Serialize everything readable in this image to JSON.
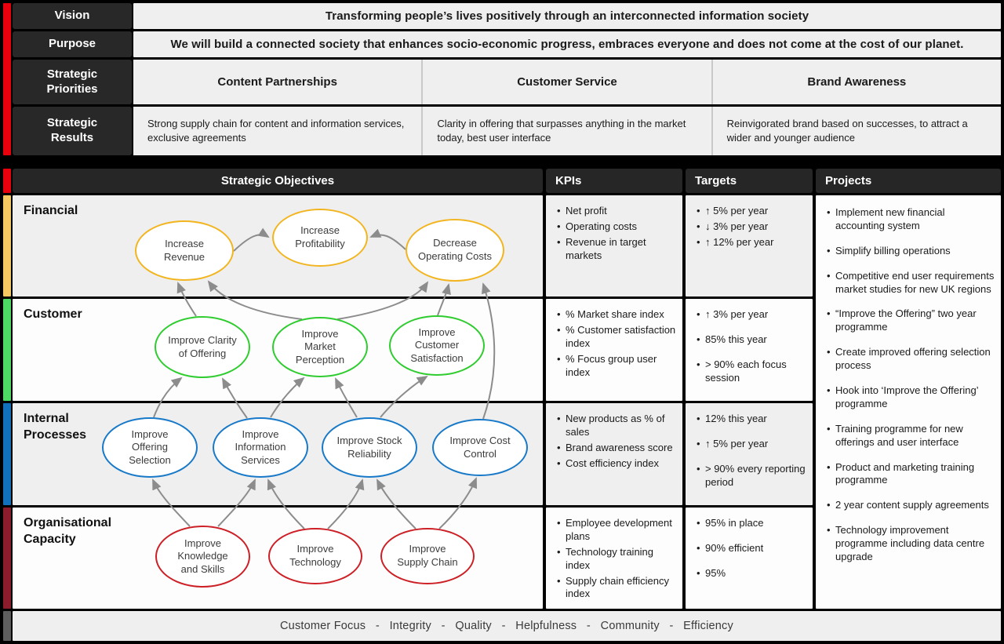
{
  "vision": {
    "label": "Vision",
    "text": "Transforming people’s lives positively through an interconnected information society"
  },
  "purpose": {
    "label": "Purpose",
    "text": "We will build a connected society that enhances socio-economic progress, embraces everyone and does not come at the cost of our planet."
  },
  "priorities": {
    "label": "Strategic Priorities",
    "items": [
      "Content Partnerships",
      "Customer Service",
      "Brand Awareness"
    ]
  },
  "results": {
    "label": "Strategic Results",
    "items": [
      "Strong supply chain for content and information services, exclusive agreements",
      "Clarity in offering that surpasses anything in the market today, best user interface",
      "Reinvigorated brand based on successes, to attract a wider and younger audience"
    ]
  },
  "headers": {
    "objectives": "Strategic Objectives",
    "kpis": "KPIs",
    "targets": "Targets",
    "projects": "Projects"
  },
  "financial": {
    "label": "Financial",
    "kpis": [
      "Net profit",
      "Operating costs",
      "Revenue in target markets"
    ],
    "targets": [
      "↑ 5% per year",
      "↓ 3% per year",
      "↑ 12% per year"
    ]
  },
  "customer": {
    "label": "Customer",
    "kpis": [
      "% Market share index",
      "% Customer satisfaction index",
      "% Focus group user index"
    ],
    "targets": [
      "↑ 3% per year",
      "85% this year",
      "> 90% each focus session"
    ]
  },
  "internal": {
    "label": "Internal Processes",
    "kpis": [
      "New products as % of sales",
      "Brand awareness score",
      "Cost efficiency index"
    ],
    "targets": [
      "12% this year",
      "↑ 5% per year",
      "> 90% every reporting period"
    ]
  },
  "capacity": {
    "label": "Organisational Capacity",
    "kpis": [
      "Employee development plans",
      "Technology training index",
      "Supply chain efficiency index"
    ],
    "targets": [
      "95% in place",
      "90% efficient",
      "95%"
    ]
  },
  "projects": {
    "items": [
      "Implement new financial accounting system",
      "Simplify billing operations",
      "Competitive end user requirements market studies for new UK regions",
      "“Improve the Offering” two year programme",
      "Create improved offering selection process",
      "Hook into ‘Improve the Offering’ programme",
      "Training programme for new offerings and user interface",
      "Product and marketing training programme",
      "2 year content supply agreements",
      "Technology improvement programme including data centre upgrade"
    ]
  },
  "map": {
    "ir": "Increase Revenue",
    "ip": "Increase Profitability",
    "doc": "Decrease Operating Costs",
    "co": "Improve Clarity of Offering",
    "mp": "Improve Market Perception",
    "cs": "Improve Customer Satisfaction",
    "os": "Improve Offering Selection",
    "is": "Improve Information Services",
    "sr": "Improve Stock Reliability",
    "cc": "Improve Cost Control",
    "ks": "Improve Knowledge and Skills",
    "tech": "Improve Technology",
    "sc": "Improve Supply Chain"
  },
  "values": {
    "text": "Customer Focus   -   Integrity   -   Quality   -   Helpfulness   -   Community   -   Efficiency"
  },
  "colors": {
    "accent_red": "#E8000D",
    "oval_financial": "#F2B51F",
    "oval_customer": "#2FCC2F",
    "oval_internal": "#1779C8",
    "oval_capacity": "#CC2026",
    "bar_financial": "#F5C862",
    "bar_customer": "#4CD964",
    "bar_internal": "#1171BD",
    "bar_capacity": "#8C1C2C",
    "bar_values": "#5E5E5E",
    "arrow": "#8c8c8c"
  }
}
